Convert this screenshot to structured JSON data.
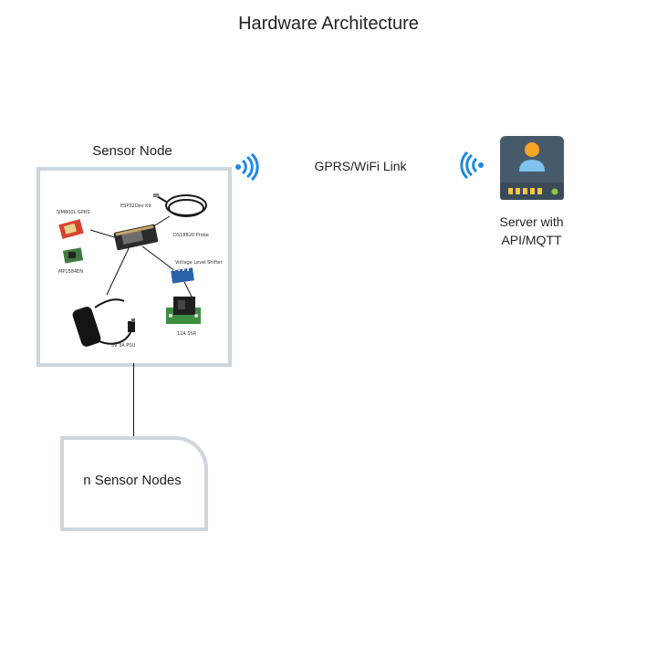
{
  "diagram": {
    "title": "Hardware Architecture",
    "sensor_node": {
      "title": "Sensor Node",
      "components": [
        {
          "id": "esp32",
          "label": "ESP32Dev Kit"
        },
        {
          "id": "sim800l",
          "label": "SIM800L GPRS"
        },
        {
          "id": "mp1584",
          "label": "MP1584EN"
        },
        {
          "id": "ds18b20",
          "label": "DS18B20 Probe"
        },
        {
          "id": "level-shifter",
          "label": "Voltage Level Shifter"
        },
        {
          "id": "ssr",
          "label": "12A SSR"
        },
        {
          "id": "psu",
          "label": "5V 3A PSU"
        }
      ]
    },
    "link": {
      "label": "GPRS/WiFi Link"
    },
    "server": {
      "label_line1": "Server with",
      "label_line2": "API/MQTT"
    },
    "other_nodes": {
      "label": "n Sensor Nodes"
    },
    "icons": {
      "wifi_left": "wifi-signal-icon",
      "wifi_right": "wifi-signal-icon",
      "server": "server-drive-icon"
    },
    "colors": {
      "box_border": "#cdd6de",
      "wifi": "#1e88e5",
      "server_body": "#475a6b",
      "server_accent": "#f6a623",
      "server_user": "#7ec3f0",
      "server_led": "#8bc34a"
    }
  }
}
